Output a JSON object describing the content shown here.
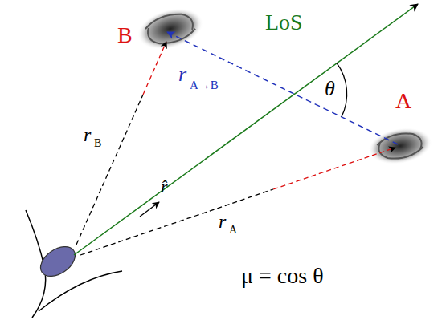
{
  "diagram": {
    "labels": [
      "LoS",
      "θ",
      "B",
      "r",
      "A→B",
      "A",
      "r",
      "B",
      "r̂",
      "r",
      "A",
      "μ = cos θ"
    ]
  }
}
